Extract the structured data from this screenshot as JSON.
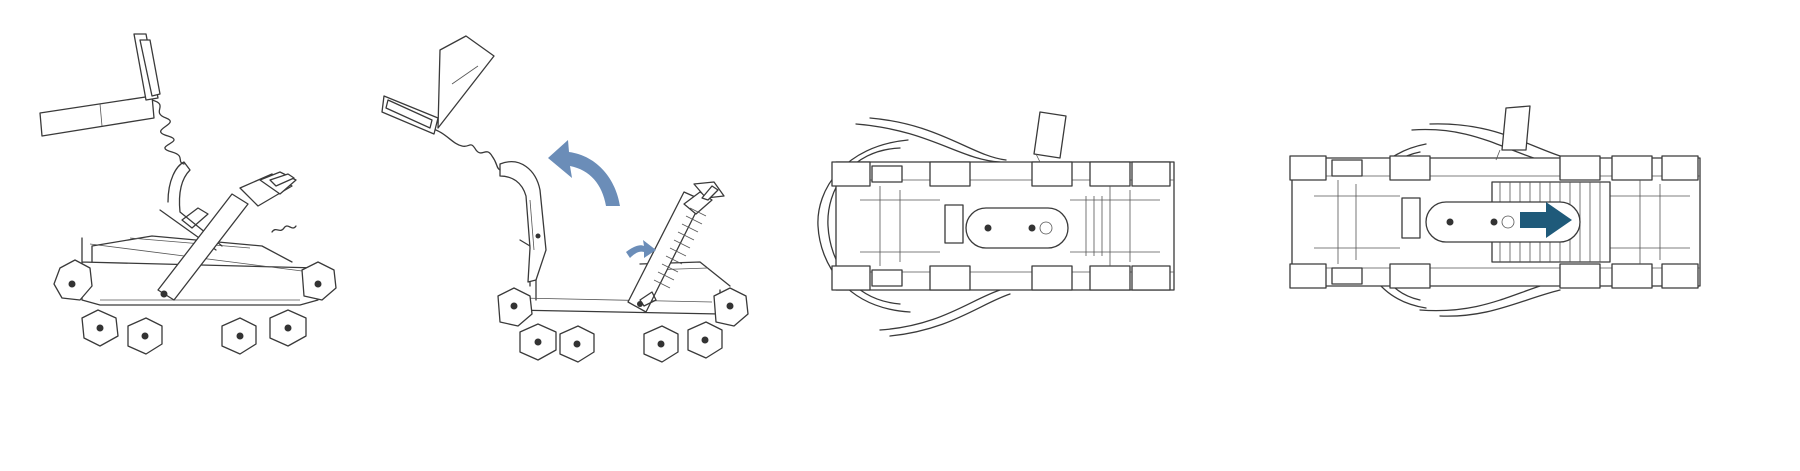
{
  "figure": {
    "panels": [
      {
        "id": "panel-1",
        "view": "side",
        "state": "strap raised"
      },
      {
        "id": "panel-2",
        "view": "side",
        "state": "strap folding",
        "arrows": [
          "curved-arrow",
          "small-arrow"
        ]
      },
      {
        "id": "panel-3",
        "view": "top",
        "state": "folded"
      },
      {
        "id": "panel-4",
        "view": "top",
        "state": "slide lock",
        "arrows": [
          "slide-arrow"
        ]
      }
    ],
    "colors": {
      "line": "#3a3a3a",
      "curved_arrow": "#6b8db8",
      "small_arrow": "#6b8db8",
      "slide_arrow": "#1f5a7a"
    }
  }
}
